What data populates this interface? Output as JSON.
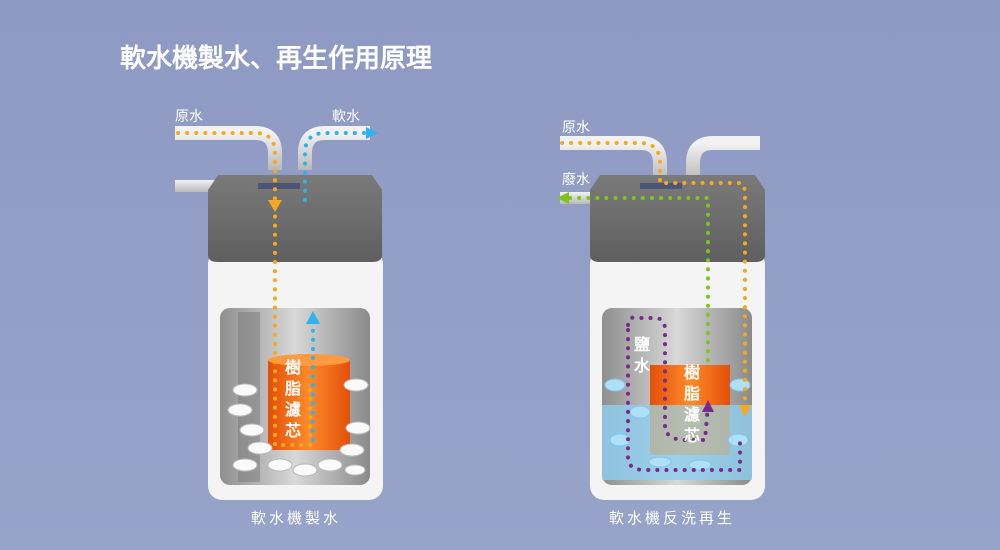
{
  "title": "軟水機製水、再生作用原理",
  "left": {
    "raw_water": "原水",
    "soft_water": "軟水",
    "resin": [
      "樹",
      "脂",
      "濾",
      "芯"
    ],
    "caption": "軟水機製水"
  },
  "right": {
    "raw_water": "原水",
    "waste_water": "廢水",
    "brine": [
      "鹽",
      "水"
    ],
    "resin": [
      "樹",
      "脂",
      "濾",
      "芯"
    ],
    "caption": "軟水機反洗再生"
  },
  "colors": {
    "raw": "#f6a821",
    "soft": "#2db3ee",
    "waste": "#7cc520",
    "brine": "#7a2a8c",
    "resin": "#f26a10"
  }
}
